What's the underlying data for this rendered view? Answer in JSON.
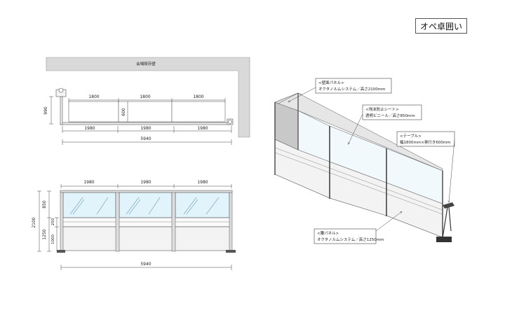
{
  "title": "オペ卓囲い",
  "plan": {
    "wall_label": "会場既存壁",
    "dims_top": [
      "1800",
      "1800",
      "1800"
    ],
    "dims_bottom": [
      "1980",
      "1980",
      "1980"
    ],
    "dim_total": "5940",
    "dim_depth": "990",
    "dim_table": "600"
  },
  "elevation": {
    "dims_top": [
      "1980",
      "1980",
      "1980"
    ],
    "dim_total": "5940",
    "dim_height": "2100",
    "dim_upper": "850",
    "dim_lower": "1250",
    "dim_band": "250",
    "dim_base": "1000"
  },
  "callouts": [
    {
      "head": "<壁面パネル>",
      "body": "オクタノルムシステム／高さ2100mm"
    },
    {
      "head": "<飛沫防止シート>",
      "body": "透明ビニール／高さ850mm"
    },
    {
      "head": "<テーブル>",
      "body": "幅1800mm×奥行き600mm"
    },
    {
      "head": "<腰パネル>",
      "body": "オクタノルムシステム／高さ1250mm"
    }
  ],
  "colors": {
    "wall": "#d9d9d9",
    "glass": "#e2f4fb",
    "panel": "#f3f3f3",
    "frame": "#555555",
    "side_panel": "#b8b8b8"
  }
}
